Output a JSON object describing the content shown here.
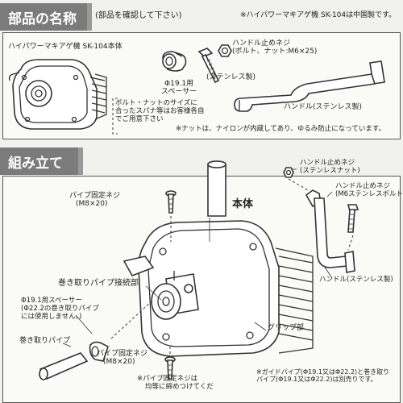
{
  "section1": {
    "title": "部品の名称",
    "note": "(部品を確認して下さい)",
    "origin_note": "※ハイパワーマキアゲ機 SK-104は中国製です。",
    "machine_label": "ハイパワーマキアゲ機 SK-104本体",
    "spacer_label": [
      "Φ19.1用",
      "スペーサー"
    ],
    "screw_label": [
      "ハンドル止めネジ",
      "(ボルト、ナット:M6×25)"
    ],
    "steel_label": "(ステンレス製)",
    "bolt_note": [
      "ボルト・ナットのサイズに",
      "合ったスパナ等はお客様各自",
      "でご用意下さい"
    ],
    "handle_label": "ハンドル(ステンレス製)",
    "nut_note": "※ナットは、ナイロンが内蔵してあり、ゆるみ防止になっています。"
  },
  "section2": {
    "title": "組み立て",
    "main_body": "本体",
    "handle_nut": [
      "ハンドル止めネジ",
      "(ステンレスナット)"
    ],
    "handle_bolt": [
      "ハンドル止めネジ",
      "(M6ステンレスボルト)"
    ],
    "pipe_screw_top": [
      "パイプ固定ネジ",
      "(M8×20)"
    ],
    "pipe_joint": "巻き取りパイプ接続部",
    "spacer": [
      "Φ19.1用スペーサー",
      "(Φ22.2の巻き取りパイプ",
      "には使用しません。)"
    ],
    "take_pipe": "巻き取りパイプ",
    "pipe_screw_bottom": [
      "パイプ固定ネジ",
      "(M8×20)"
    ],
    "handle": "ハンドル(ステンレス製)",
    "grip": "グリップ部",
    "guide_note": [
      "※ガイドパイプ(Φ19.1又はΦ22.2)と巻き取り",
      "パイプ(Φ19.1又はΦ22.2)は別売りです。"
    ],
    "bottom_note": [
      "※パイプ固定ネジは",
      "均等に締めつけてくだ"
    ]
  }
}
